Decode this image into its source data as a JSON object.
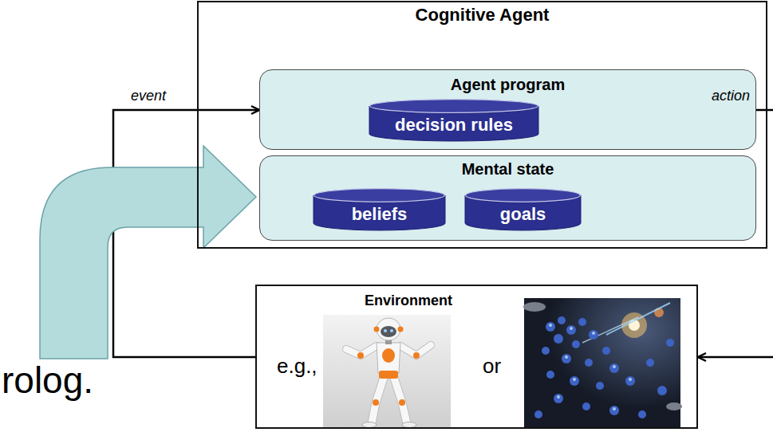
{
  "diagram": {
    "nodes": [
      {
        "text": [
          "Cognitive Agent"
        ]
      },
      {
        "text": [
          "Agent program"
        ],
        "in": 0
      },
      {
        "text": [
          "decision rules"
        ],
        "in": 1
      },
      {
        "text": [
          "Mental state"
        ],
        "in": 0
      },
      {
        "text": [
          "beliefs"
        ],
        "in": 3
      },
      {
        "text": [
          "goals"
        ],
        "in": 3
      },
      {
        "text": [
          "Environment",
          "e.g.,",
          "or"
        ]
      }
    ],
    "edges": [
      {
        "from": 6,
        "to": 1,
        "arrow": "to",
        "label": "event"
      },
      {
        "from": 1,
        "to": 6,
        "arrow": "to",
        "label": "action"
      }
    ],
    "labels": [
      "rolog."
    ]
  }
}
